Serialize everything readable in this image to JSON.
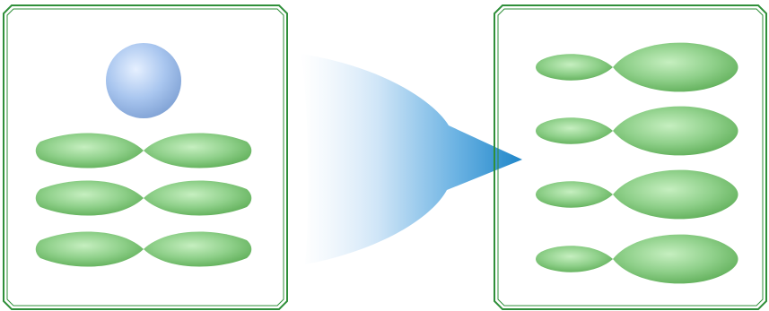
{
  "diagram": {
    "left_panel": {
      "sphere_count": 1,
      "symmetric_pairs": 3
    },
    "transition": {
      "arrow": "right-arrow-icon",
      "direction": "left-to-right"
    },
    "right_panel": {
      "asymmetric_pairs": 4
    },
    "colors": {
      "frame_green": "#2f8f3a",
      "lobe_green": "#8fd08a",
      "lobe_green_dark": "#5fae58",
      "sphere_blue": "#a9c6ef",
      "arrow_blue": "#1f86c9"
    }
  }
}
